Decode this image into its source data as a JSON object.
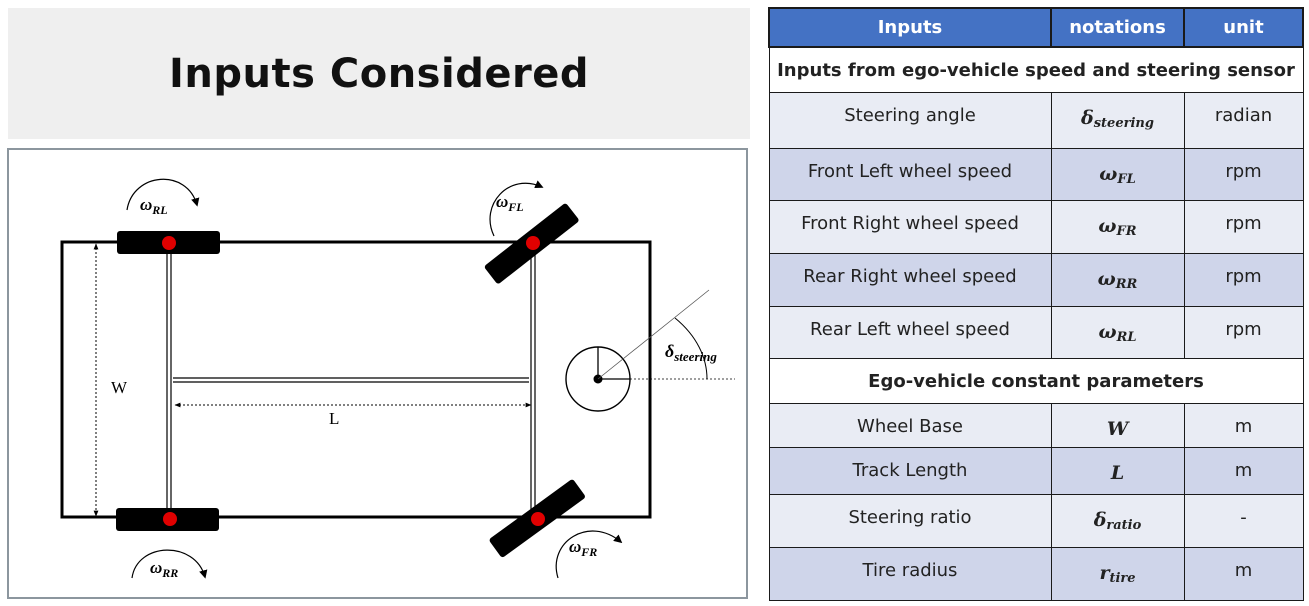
{
  "page": {
    "title": "Inputs Considered"
  },
  "diagram": {
    "labels": {
      "omega": "ω",
      "w_rl_sub": "RL",
      "w_fl_sub": "FL",
      "w_rr_sub": "RR",
      "w_fr_sub": "FR",
      "delta": "δ",
      "delta_sub": "steering",
      "width": "W",
      "length": "L"
    }
  },
  "table": {
    "headers": [
      "Inputs",
      "notations",
      "unit"
    ],
    "sections": [
      {
        "title": "Inputs from ego-vehicle speed and steering sensor",
        "rows": [
          {
            "input": "Steering angle",
            "sym": "δ",
            "sub": "steering",
            "unit": "radian"
          },
          {
            "input": "Front Left wheel speed",
            "sym": "ω",
            "sub": "FL",
            "unit": "rpm"
          },
          {
            "input": "Front Right wheel speed",
            "sym": "ω",
            "sub": "FR",
            "unit": "rpm"
          },
          {
            "input": "Rear Right wheel speed",
            "sym": "ω",
            "sub": "RR",
            "unit": "rpm"
          },
          {
            "input": "Rear Left wheel speed",
            "sym": "ω",
            "sub": "RL",
            "unit": "rpm"
          }
        ]
      },
      {
        "title": "Ego-vehicle constant parameters",
        "rows": [
          {
            "input": "Wheel Base",
            "sym": "W",
            "sub": "",
            "unit": "m"
          },
          {
            "input": "Track Length",
            "sym": "L",
            "sub": "",
            "unit": "m"
          },
          {
            "input": "Steering ratio",
            "sym": "δ",
            "sub": "ratio",
            "unit": "-"
          },
          {
            "input": "Tire radius",
            "sym": "r",
            "sub": "tire",
            "unit": "m"
          }
        ]
      }
    ]
  }
}
